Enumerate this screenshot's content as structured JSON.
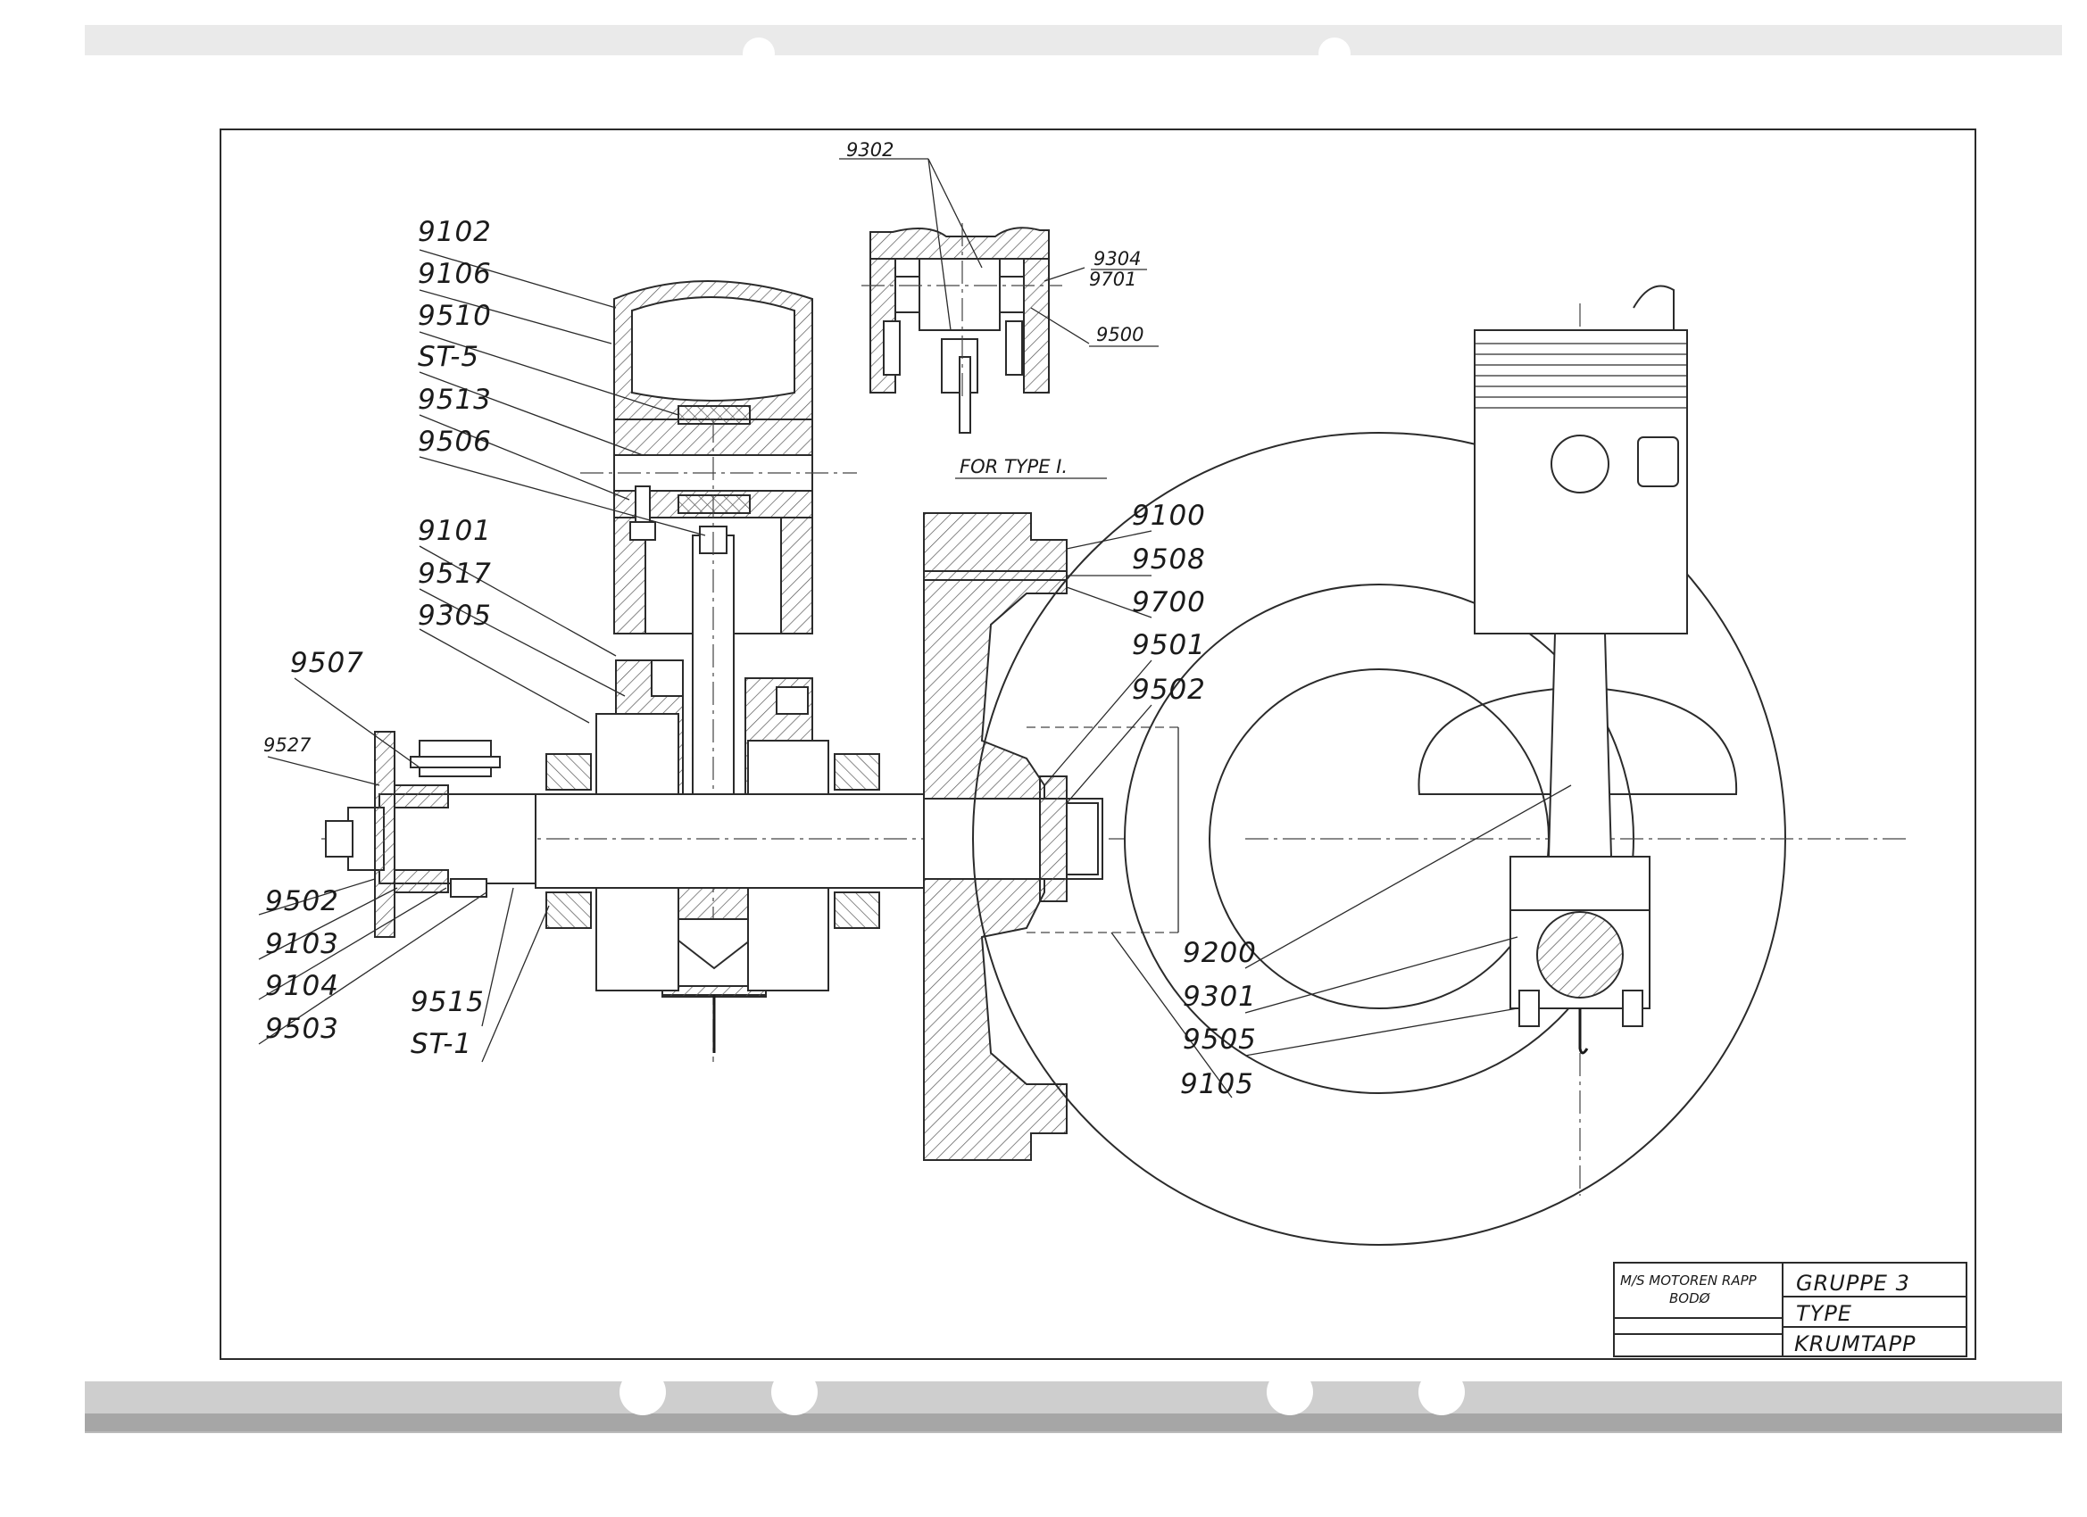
{
  "drawing": {
    "callouts_left": [
      "9102",
      "9106",
      "9510",
      "ST-5",
      "9513",
      "9506",
      "9101",
      "9517",
      "9305",
      "9507",
      "9527",
      "9502",
      "9103",
      "9104",
      "9503",
      "9515",
      "ST-1"
    ],
    "callouts_top": [
      "9302",
      "9304",
      "9701",
      "9500"
    ],
    "callouts_right": [
      "9100",
      "9508",
      "9700",
      "9501",
      "9502"
    ],
    "callouts_bottom_right": [
      "9200",
      "9301",
      "9505",
      "9105"
    ],
    "detail_note": "FOR TYPE I."
  },
  "title_block": {
    "company_line1": "M/S MOTOREN RAPP",
    "company_line2": "BODØ",
    "group": "GRUPPE 3",
    "type": "TYPE",
    "name": "KRUMTAPP"
  }
}
